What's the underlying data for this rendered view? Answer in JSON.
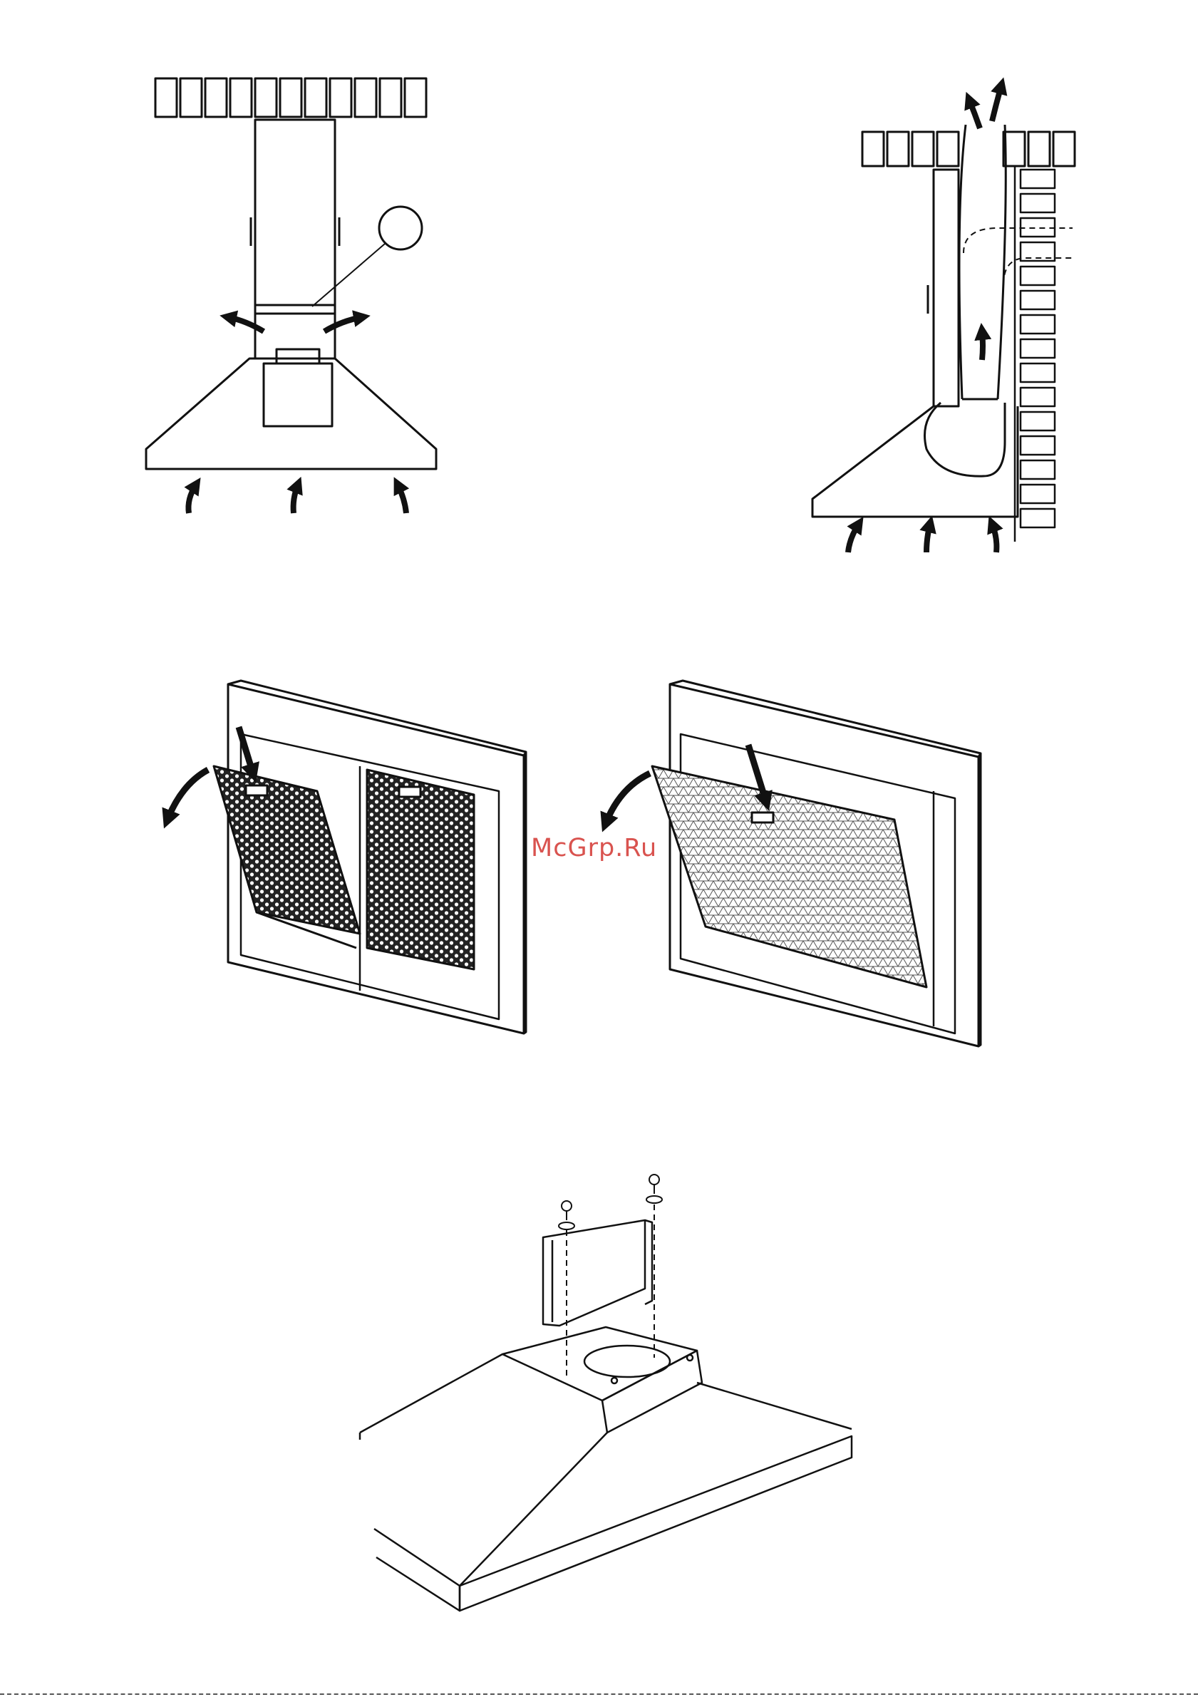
{
  "document": {
    "watermark": {
      "text": "McGrp.Ru",
      "color": "#d9534f"
    }
  },
  "colors": {
    "ink": "#111111",
    "paper": "#ffffff"
  },
  "figures": [
    {
      "id": "hood-recirculation-front",
      "icons": [
        "brick-ceiling",
        "chimney-duct",
        "carbon-filter-callout",
        "airflow-arrow"
      ]
    },
    {
      "id": "hood-ducted-side",
      "icons": [
        "brick-ceiling",
        "brick-wall",
        "exhaust-duct",
        "airflow-arrow"
      ]
    },
    {
      "id": "filter-removal-carbon",
      "icons": [
        "hood-frame",
        "carbon-filter-panel",
        "push-down-arrow",
        "tilt-arrow"
      ]
    },
    {
      "id": "filter-removal-grease",
      "icons": [
        "hood-frame",
        "grease-filter-panel",
        "push-down-arrow",
        "tilt-arrow"
      ]
    },
    {
      "id": "bracket-mounting",
      "icons": [
        "screw",
        "washer",
        "mounting-bracket",
        "hood-body"
      ]
    }
  ]
}
